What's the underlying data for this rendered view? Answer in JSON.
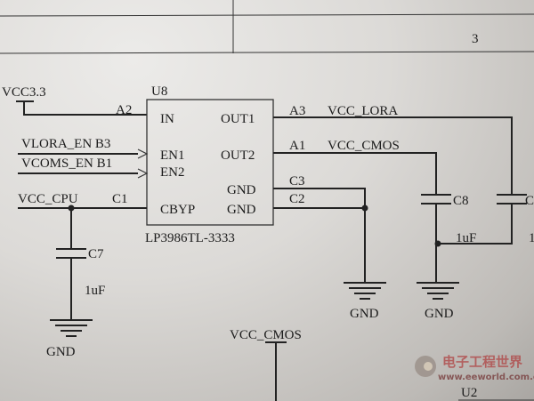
{
  "title_block": {
    "sheet_number": "3"
  },
  "chip": {
    "ref": "U8",
    "part": "LP3986TL-3333",
    "pins_left": {
      "in": "IN",
      "en1": "EN1",
      "en2": "EN2",
      "cbyp": "CBYP"
    },
    "pins_right": {
      "out1": "OUT1",
      "out2": "OUT2",
      "gnd1": "GND",
      "gnd2": "GND"
    }
  },
  "nets": {
    "vcc33": "VCC3.3",
    "a2": "A2",
    "vlora_en": "VLORA_EN B3",
    "vcoms_en": "VCOMS_EN B1",
    "vcc_cpu": "VCC_CPU",
    "c1": "C1",
    "a3": "A3",
    "vcc_lora": "VCC_LORA",
    "a1": "A1",
    "vcc_cmos": "VCC_CMOS",
    "c3": "C3",
    "c2": "C2"
  },
  "components": {
    "c7": {
      "ref": "C7",
      "value": "1uF"
    },
    "c8": {
      "ref": "C8",
      "value": "1uF"
    },
    "c_right": {
      "ref": "C",
      "value": "1"
    }
  },
  "grounds": {
    "gnd_c7": "GND",
    "gnd_chip": "GND",
    "gnd_c8": "GND"
  },
  "bottom": {
    "net": "VCC_CMOS",
    "ref": "U2"
  },
  "watermark": {
    "cn": "电子工程世界",
    "url": "www.eeworld.com.cn"
  }
}
